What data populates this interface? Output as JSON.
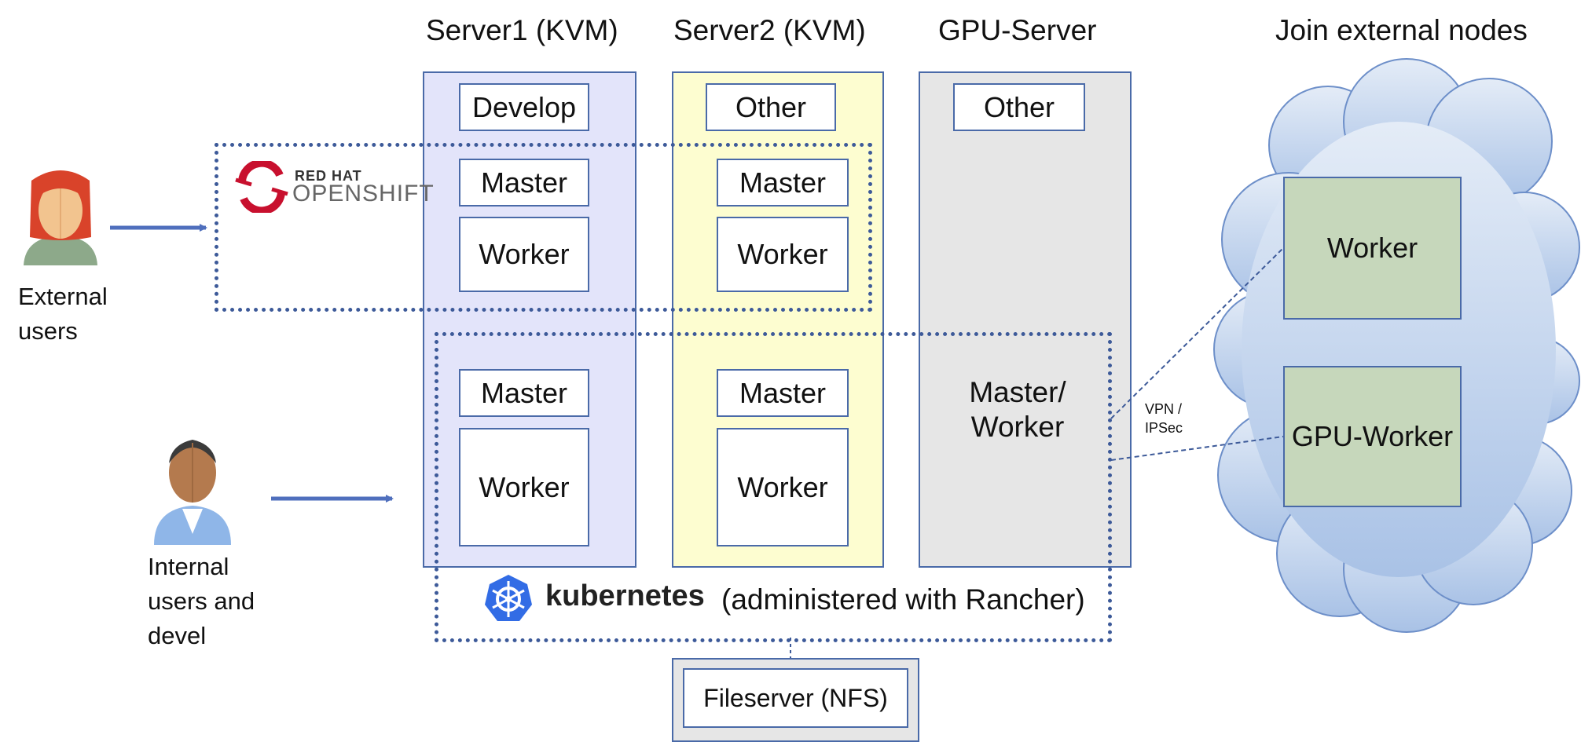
{
  "columns": {
    "server1": "Server1 (KVM)",
    "server2": "Server2 (KVM)",
    "gpu_server": "GPU-Server",
    "external": "Join external nodes"
  },
  "server1": {
    "top_box": "Develop",
    "os_master": "Master",
    "os_worker": "Worker",
    "k8s_master": "Master",
    "k8s_worker": "Worker",
    "color": "#e3e4fa"
  },
  "server2": {
    "top_box": "Other",
    "os_master": "Master",
    "os_worker": "Worker",
    "k8s_master": "Master",
    "k8s_worker": "Worker",
    "color": "#fdfdd0"
  },
  "gpu_server": {
    "top_box": "Other",
    "k8s_node": "Master/\nWorker",
    "color": "#e6e6e6"
  },
  "cloud": {
    "worker": "Worker",
    "gpu_worker": "GPU-Worker",
    "node_color": "#c6d7bb"
  },
  "vpn_label": "VPN /\nIPSec",
  "openshift": {
    "brand_top": "RED HAT",
    "brand_bottom": "OPENSHIFT"
  },
  "kubernetes": {
    "brand": "kubernetes",
    "note": "(administered with Rancher)"
  },
  "fileserver": "Fileserver (NFS)",
  "users": {
    "external": "External\nusers",
    "internal": "Internal\nusers and\ndevel"
  },
  "icons": [
    "external-user-icon",
    "internal-user-icon",
    "openshift-logo-icon",
    "kubernetes-logo-icon",
    "cloud-icon"
  ],
  "colors": {
    "border": "#4a6aa8",
    "dotted": "#3d5a99",
    "arrow": "#4f6fbd"
  }
}
